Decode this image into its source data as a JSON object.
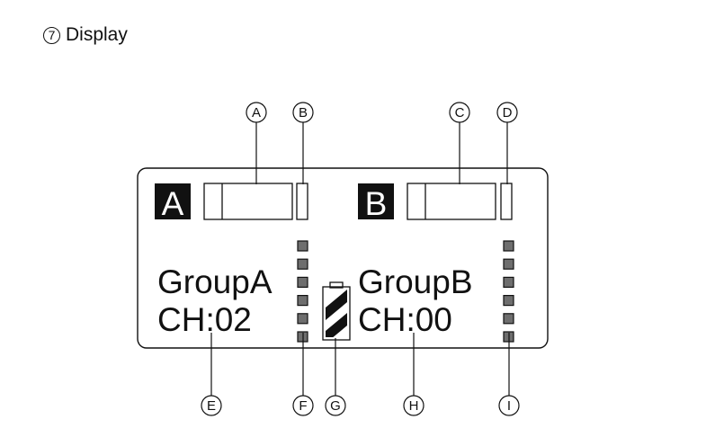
{
  "heading": {
    "number": "7",
    "title": "Display"
  },
  "display": {
    "channel_a": {
      "tag": "A",
      "group": "GroupA",
      "channel": "CH:02"
    },
    "channel_b": {
      "tag": "B",
      "group": "GroupB",
      "channel": "CH:00"
    }
  },
  "callouts": [
    "A",
    "B",
    "C",
    "D",
    "E",
    "F",
    "G",
    "H",
    "I"
  ],
  "colors": {
    "ink": "#111111",
    "segment": "#6e6e6e",
    "background": "#ffffff"
  },
  "icons": {
    "battery": "battery-icon"
  }
}
